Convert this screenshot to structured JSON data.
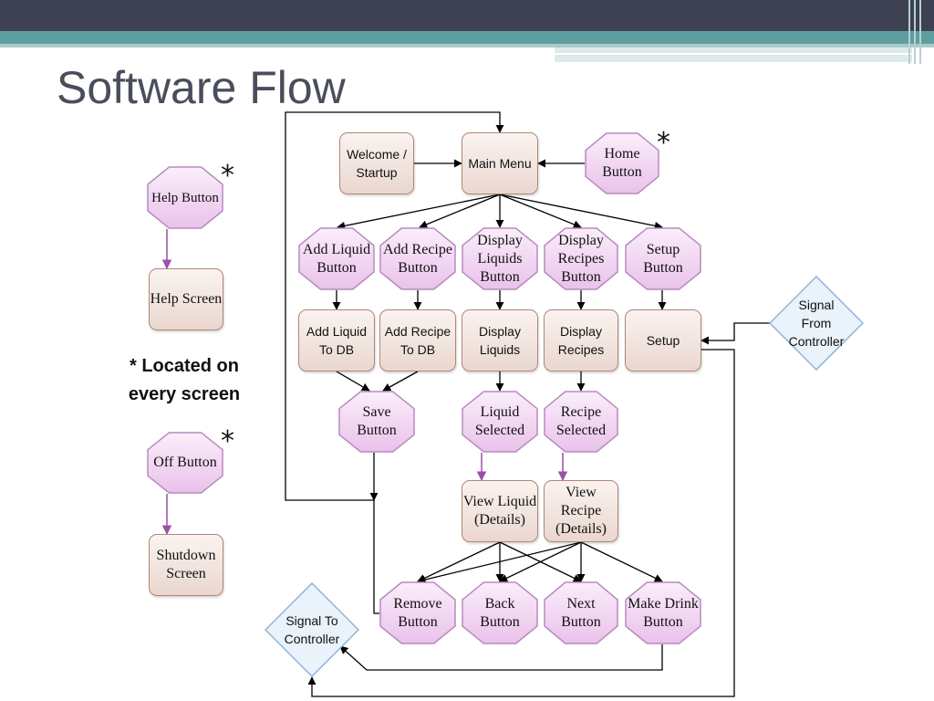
{
  "slide": {
    "title": "Software Flow",
    "note_line1": "* Located on",
    "note_line2": "every screen",
    "star": "*"
  },
  "nodes": {
    "welcome": "Welcome / Startup",
    "main_menu": "Main Menu",
    "home_button": "Home Button",
    "help_button": "Help Button",
    "help_screen": "Help Screen",
    "off_button": "Off Button",
    "shutdown_screen": "Shutdown Screen",
    "add_liquid_button": "Add Liquid Button",
    "add_recipe_button": "Add Recipe Button",
    "display_liquids_button": "Display Liquids Button",
    "display_recipes_button": "Display Recipes Button",
    "setup_button": "Setup Button",
    "add_liquid_db": "Add Liquid To DB",
    "add_recipe_db": "Add Recipe To DB",
    "display_liquids": "Display Liquids",
    "display_recipes": "Display Recipes",
    "setup": "Setup",
    "signal_from_controller": "Signal From Controller",
    "save_button": "Save Button",
    "liquid_selected": "Liquid Selected",
    "recipe_selected": "Recipe Selected",
    "view_liquid": "View Liquid (Details)",
    "view_recipe": "View Recipe (Details)",
    "remove_button": "Remove Button",
    "back_button": "Back Button",
    "next_button": "Next Button",
    "make_drink_button": "Make Drink Button",
    "signal_to_controller": "Signal To Controller"
  },
  "colors": {
    "octagon_fill_top": "#fbeefb",
    "octagon_fill_bottom": "#e9c2ea",
    "octagon_stroke": "#b98abf",
    "diamond_fill": "#eaf2fa",
    "diamond_stroke": "#8fb3d6",
    "arrow": "#000000",
    "purple_arrow": "#9b4fa8"
  }
}
